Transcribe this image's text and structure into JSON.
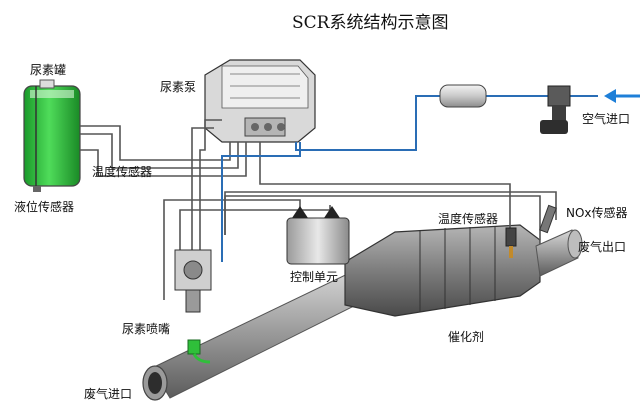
{
  "title": "SCR系统结构示意图",
  "labels": {
    "urea_tank": "尿素罐",
    "level_sensor": "液位传感器",
    "urea_pump": "尿素泵",
    "temp_sensor_upper": "温度传感器",
    "control_unit": "控制单元",
    "urea_nozzle": "尿素喷嘴",
    "exhaust_inlet": "废气进口",
    "catalyst": "催化剂",
    "temp_sensor_right": "温度传感器",
    "nox_sensor": "NOx传感器",
    "exhaust_outlet": "废气出口",
    "air_inlet": "空气进口"
  },
  "colors": {
    "urea_liquid": "#2fbf3a",
    "air_line": "#2a6db5",
    "air_arrow": "#1e7fd8",
    "catalyst_body": "#7a7a7a",
    "wire": "#555555"
  }
}
